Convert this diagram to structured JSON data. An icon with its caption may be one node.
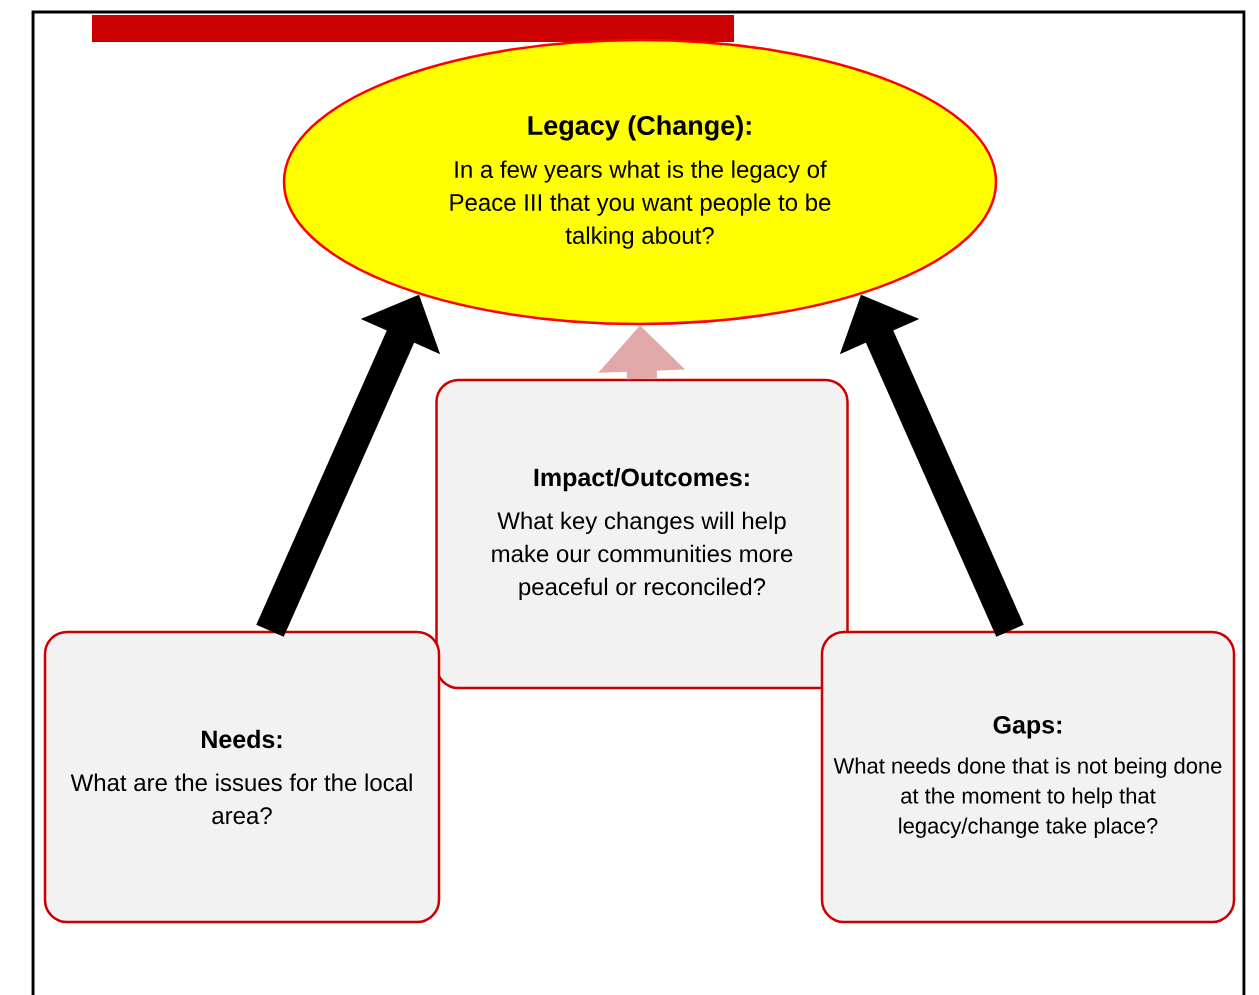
{
  "diagram": {
    "nodes": [
      {
        "text": [
          "Legacy (Change):",
          "In a few years what is the legacy of Peace III that you want people to be talking about?"
        ]
      },
      {
        "text": [
          "Impact/Outcomes:",
          "What key changes  will help make our communities more peaceful or reconciled?"
        ]
      },
      {
        "text": [
          "Needs:",
          "What are the issues for the local area?"
        ]
      },
      {
        "text": [
          "Gaps:",
          "What needs done that is not being done at the moment to help that legacy/change take place?"
        ]
      }
    ],
    "edges": [
      {
        "from": 2,
        "to": 0,
        "arrow": "to"
      },
      {
        "from": 3,
        "to": 0,
        "arrow": "to"
      },
      {
        "from": 1,
        "to": 0,
        "arrow": "to",
        "color": "#e0a8a8"
      }
    ]
  }
}
